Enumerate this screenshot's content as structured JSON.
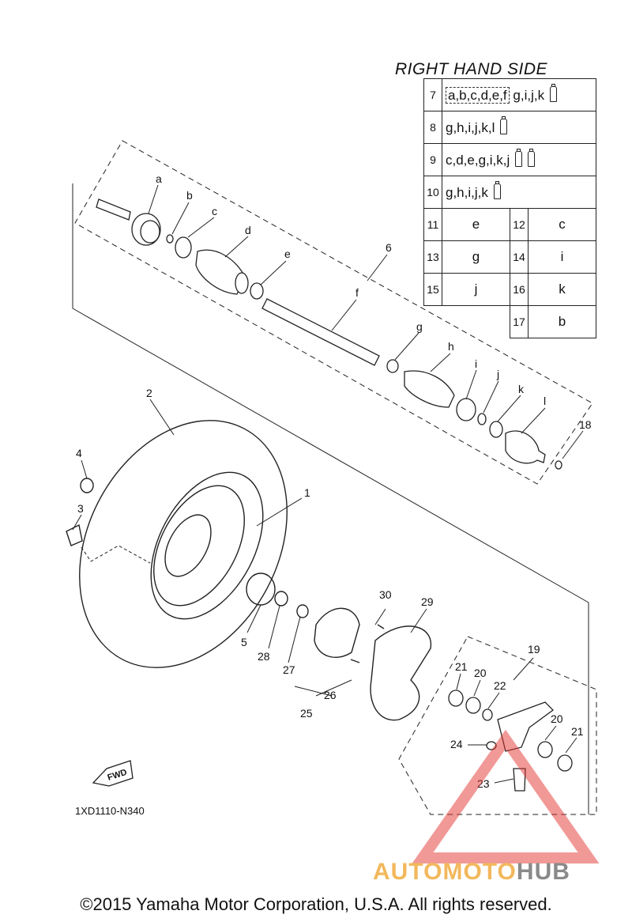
{
  "table": {
    "title": "RIGHT HAND SIDE",
    "rows": [
      {
        "num": "7",
        "dashed": "a,b,c,d,e,f",
        "codes": "g,i,j,k",
        "tubes": 1
      },
      {
        "num": "8",
        "codes": "g,h,i,j,k,l",
        "tubes": 1
      },
      {
        "num": "9",
        "codes": "c,d,e,g,i,k,j",
        "tubes": 2
      },
      {
        "num": "10",
        "codes": "g,h,i,j,k",
        "tubes": 1
      }
    ],
    "pairs": [
      {
        "left_num": "11",
        "left_val": "e",
        "right_num": "12",
        "right_val": "c"
      },
      {
        "left_num": "13",
        "left_val": "g",
        "right_num": "14",
        "right_val": "i"
      },
      {
        "left_num": "15",
        "left_val": "j",
        "right_num": "16",
        "right_val": "k"
      },
      {
        "left_num": "",
        "left_val": "",
        "right_num": "17",
        "right_val": "b"
      }
    ]
  },
  "callouts": {
    "shaft": [
      "a",
      "b",
      "c",
      "d",
      "e",
      "f",
      "g",
      "h",
      "i",
      "j",
      "k",
      "l"
    ],
    "numbers": [
      "1",
      "2",
      "3",
      "4",
      "5",
      "6",
      "18",
      "19",
      "20",
      "20",
      "21",
      "21",
      "22",
      "23",
      "24",
      "25",
      "26",
      "27",
      "28",
      "29",
      "30"
    ]
  },
  "labels": {
    "fwd": "FWD",
    "diagram_code": "1XD1110-N340",
    "copyright": "©2015 Yamaha Motor Corporation, U.S.A. All rights reserved."
  },
  "watermark": {
    "part1": "AUTO",
    "part2": "MOTO",
    "part3": "HUB"
  },
  "colors": {
    "watermark_orange": "#f2b85c",
    "watermark_red": "#e3342f",
    "watermark_gray": "#8a8a8a"
  }
}
